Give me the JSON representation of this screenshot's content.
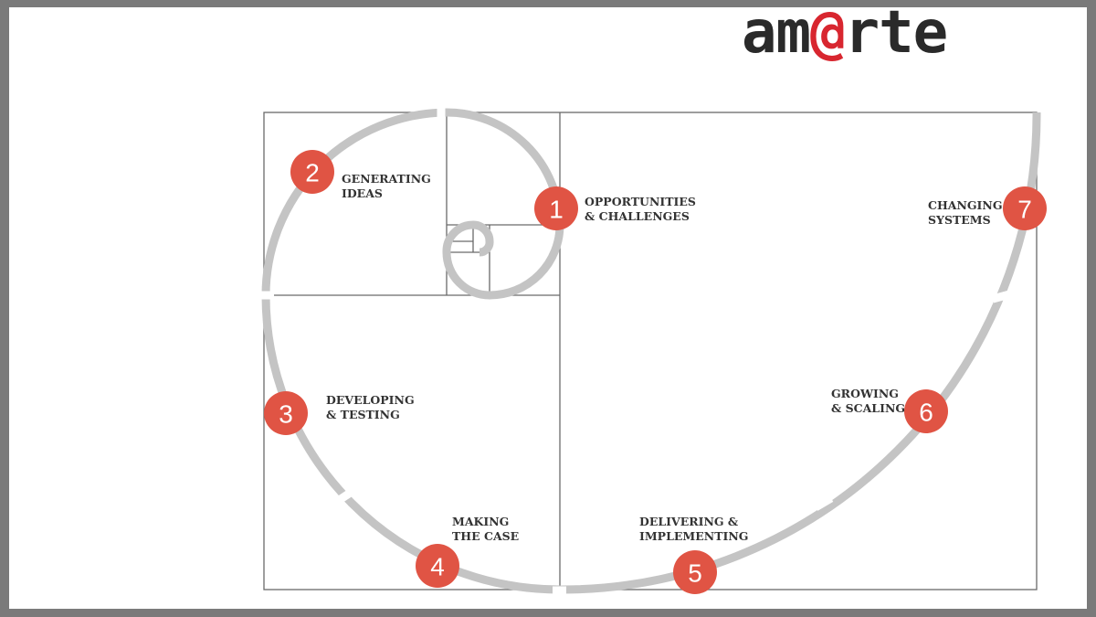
{
  "logo": {
    "prefix": "am",
    "at": "@",
    "suffix": "rte"
  },
  "colors": {
    "marker": "#e05444",
    "spiral": "#c4c4c4",
    "logo_text": "#2a2a2a",
    "logo_at": "#d8262f"
  },
  "stages": [
    {
      "number": "1",
      "line1": "OPPORTUNITIES",
      "line2": "& CHALLENGES"
    },
    {
      "number": "2",
      "line1": "GENERATING",
      "line2": "IDEAS"
    },
    {
      "number": "3",
      "line1": "DEVELOPING",
      "line2": "& TESTING"
    },
    {
      "number": "4",
      "line1": "MAKING",
      "line2": "THE CASE"
    },
    {
      "number": "5",
      "line1": "DELIVERING &",
      "line2": "IMPLEMENTING"
    },
    {
      "number": "6",
      "line1": "GROWING",
      "line2": "& SCALING"
    },
    {
      "number": "7",
      "line1": "CHANGING",
      "line2": "SYSTEMS"
    }
  ]
}
